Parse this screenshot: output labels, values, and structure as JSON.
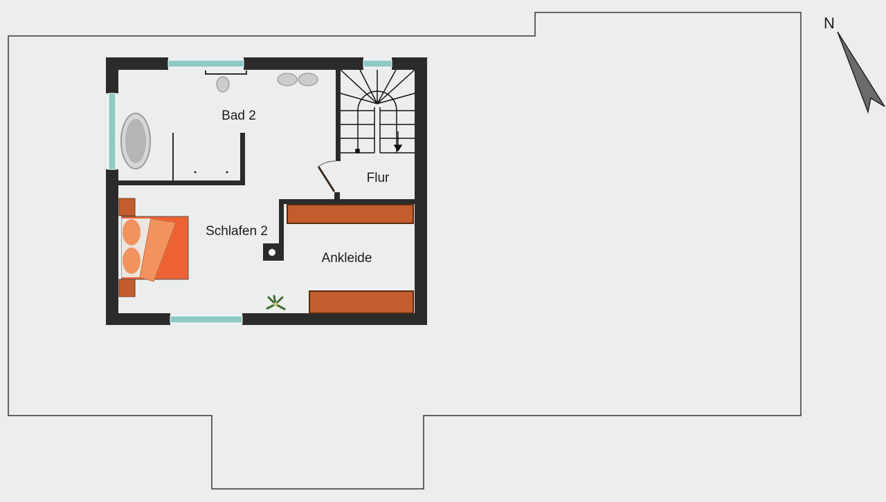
{
  "rooms": {
    "bath": "Bad 2",
    "hallway": "Flur",
    "bedroom": "Schlafen 2",
    "dressing_room": "Ankleide"
  },
  "compass": {
    "label": "N"
  },
  "colors": {
    "background": "#eceeee",
    "wall": "#2b2b2b",
    "window": "#8ec9c6",
    "furniture": "#c15d2e",
    "bed": "#ec6232",
    "pillow": "#f0935e"
  }
}
